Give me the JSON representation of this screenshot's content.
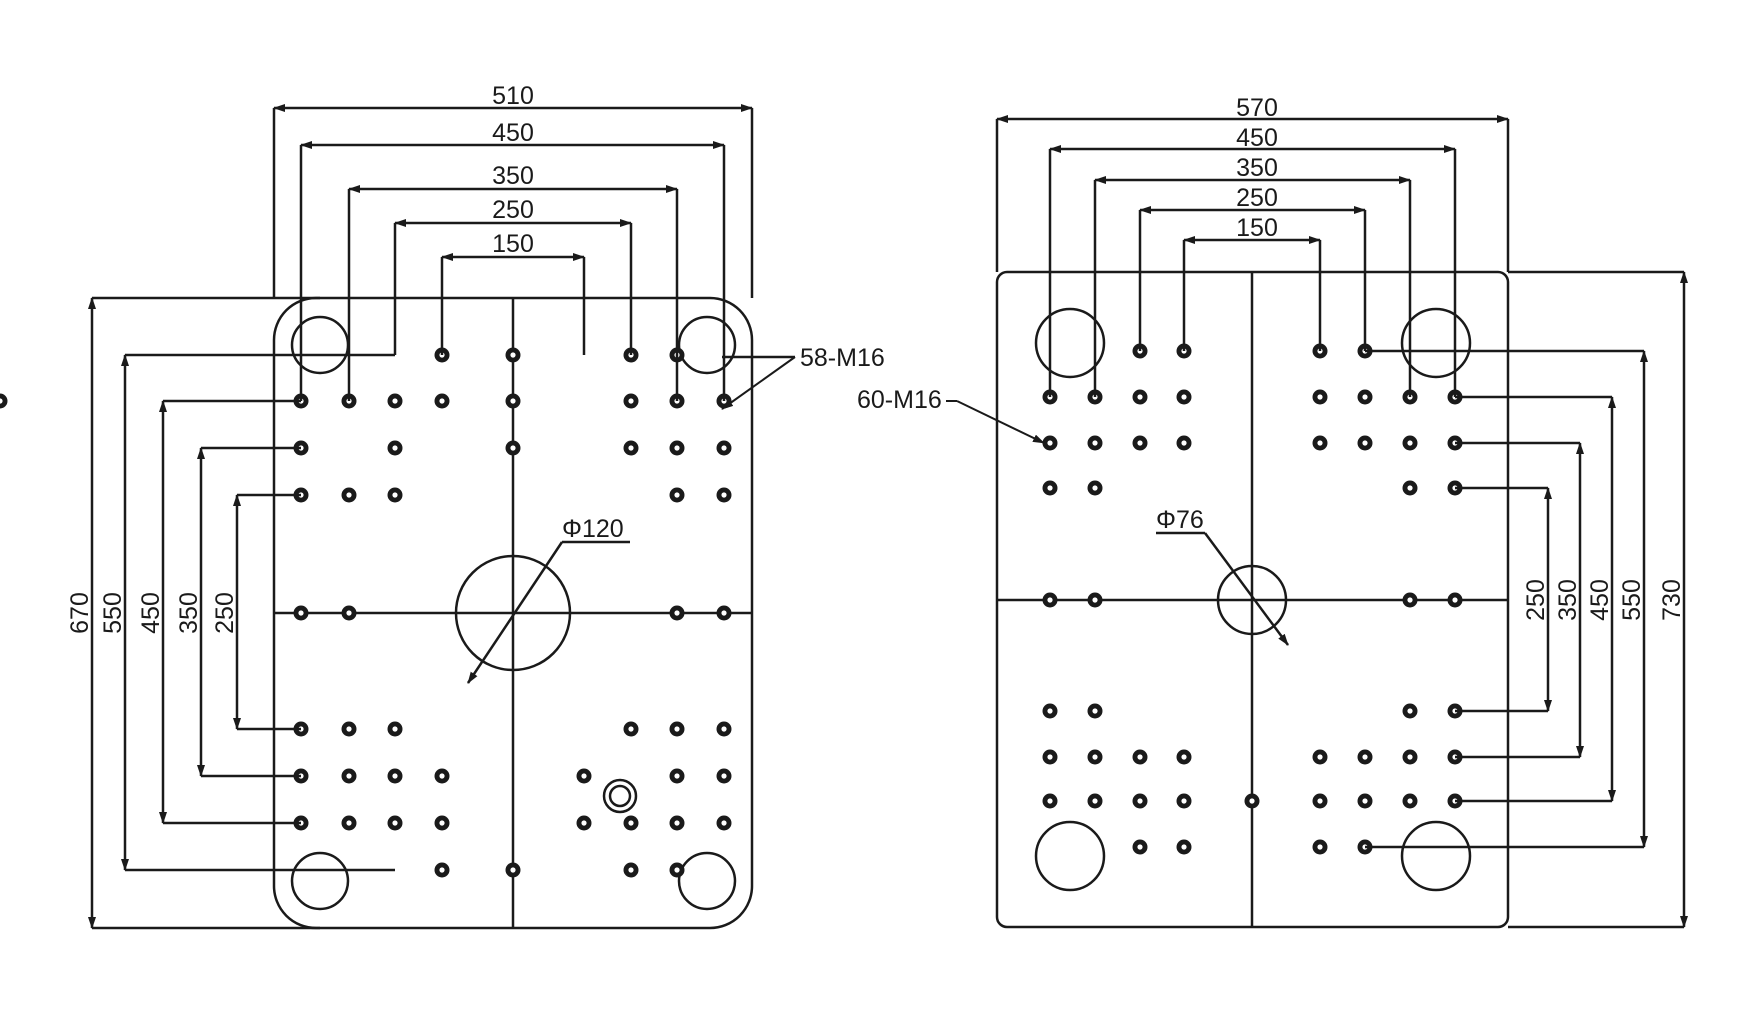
{
  "left_platen": {
    "width_dims": [
      "510",
      "450",
      "350",
      "250",
      "150"
    ],
    "height_dims": [
      "670",
      "550",
      "450",
      "350",
      "250"
    ],
    "hole_callout": "58-M16",
    "center_hole_callout": "Φ120"
  },
  "right_platen": {
    "width_dims": [
      "570",
      "450",
      "350",
      "250",
      "150"
    ],
    "height_dims": [
      "250",
      "350",
      "450",
      "550",
      "730"
    ],
    "hole_callout": "60-M16",
    "center_hole_callout": "Φ76"
  },
  "colors": {
    "line": "#1a1a1a",
    "background": "#ffffff"
  }
}
